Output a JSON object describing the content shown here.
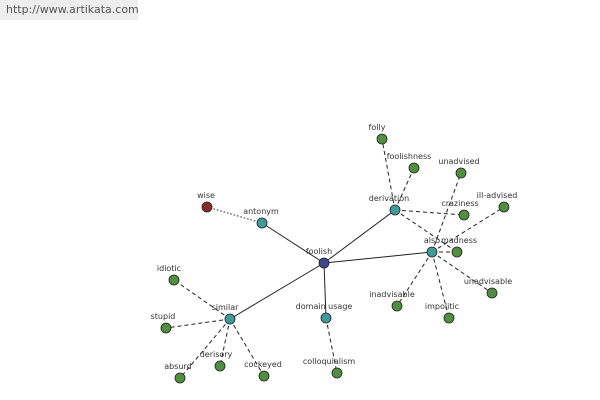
{
  "header": {
    "url": "http://www.artikata.com"
  },
  "colors": {
    "center": "#3a4a8c",
    "relation": "#3f9a9a",
    "synonym": "#4f8f3f",
    "antonym": "#8c2a2a",
    "edge": "#222222"
  },
  "graph": {
    "nodes": [
      {
        "id": "foolish",
        "label": "foolish",
        "kind": "center"
      },
      {
        "id": "antonym",
        "label": "antonym",
        "kind": "relation"
      },
      {
        "id": "derivation",
        "label": "derivation",
        "kind": "relation"
      },
      {
        "id": "also",
        "label": "also",
        "kind": "relation"
      },
      {
        "id": "similar",
        "label": "similar",
        "kind": "relation"
      },
      {
        "id": "domain",
        "label": "domain usage",
        "kind": "relation"
      },
      {
        "id": "wise",
        "label": "wise",
        "kind": "antonym"
      },
      {
        "id": "folly",
        "label": "folly",
        "kind": "synonym"
      },
      {
        "id": "foolishness",
        "label": "foolishness",
        "kind": "synonym"
      },
      {
        "id": "craziness",
        "label": "craziness",
        "kind": "synonym"
      },
      {
        "id": "madness",
        "label": "madness",
        "kind": "synonym"
      },
      {
        "id": "unadvised",
        "label": "unadvised",
        "kind": "synonym"
      },
      {
        "id": "illadvised",
        "label": "ill-advised",
        "kind": "synonym"
      },
      {
        "id": "unadvisable",
        "label": "unadvisable",
        "kind": "synonym"
      },
      {
        "id": "impolitic",
        "label": "impolitic",
        "kind": "synonym"
      },
      {
        "id": "inadvisable",
        "label": "inadvisable",
        "kind": "synonym"
      },
      {
        "id": "idiotic",
        "label": "idiotic",
        "kind": "synonym"
      },
      {
        "id": "stupid",
        "label": "stupid",
        "kind": "synonym"
      },
      {
        "id": "absurd",
        "label": "absurd",
        "kind": "synonym"
      },
      {
        "id": "derisory",
        "label": "derisory",
        "kind": "synonym"
      },
      {
        "id": "cockeyed",
        "label": "cockeyed",
        "kind": "synonym"
      },
      {
        "id": "colloquialism",
        "label": "colloquialism",
        "kind": "synonym"
      }
    ],
    "edges": [
      {
        "from": "foolish",
        "to": "antonym",
        "style": "solid"
      },
      {
        "from": "foolish",
        "to": "derivation",
        "style": "solid"
      },
      {
        "from": "foolish",
        "to": "also",
        "style": "solid"
      },
      {
        "from": "foolish",
        "to": "similar",
        "style": "solid"
      },
      {
        "from": "foolish",
        "to": "domain",
        "style": "solid"
      },
      {
        "from": "antonym",
        "to": "wise",
        "style": "dotted"
      },
      {
        "from": "derivation",
        "to": "folly",
        "style": "dashed"
      },
      {
        "from": "derivation",
        "to": "foolishness",
        "style": "dashed"
      },
      {
        "from": "derivation",
        "to": "craziness",
        "style": "dashed"
      },
      {
        "from": "derivation",
        "to": "madness",
        "style": "dashed"
      },
      {
        "from": "also",
        "to": "unadvised",
        "style": "dashed"
      },
      {
        "from": "also",
        "to": "illadvised",
        "style": "dashed"
      },
      {
        "from": "also",
        "to": "unadvisable",
        "style": "dashed"
      },
      {
        "from": "also",
        "to": "impolitic",
        "style": "dashed"
      },
      {
        "from": "also",
        "to": "inadvisable",
        "style": "dashed"
      },
      {
        "from": "also",
        "to": "madness",
        "style": "dashed"
      },
      {
        "from": "similar",
        "to": "idiotic",
        "style": "dashed"
      },
      {
        "from": "similar",
        "to": "stupid",
        "style": "dashed"
      },
      {
        "from": "similar",
        "to": "absurd",
        "style": "dashed"
      },
      {
        "from": "similar",
        "to": "derisory",
        "style": "dashed"
      },
      {
        "from": "similar",
        "to": "cockeyed",
        "style": "dashed"
      },
      {
        "from": "domain",
        "to": "colloquialism",
        "style": "dashed"
      }
    ]
  }
}
